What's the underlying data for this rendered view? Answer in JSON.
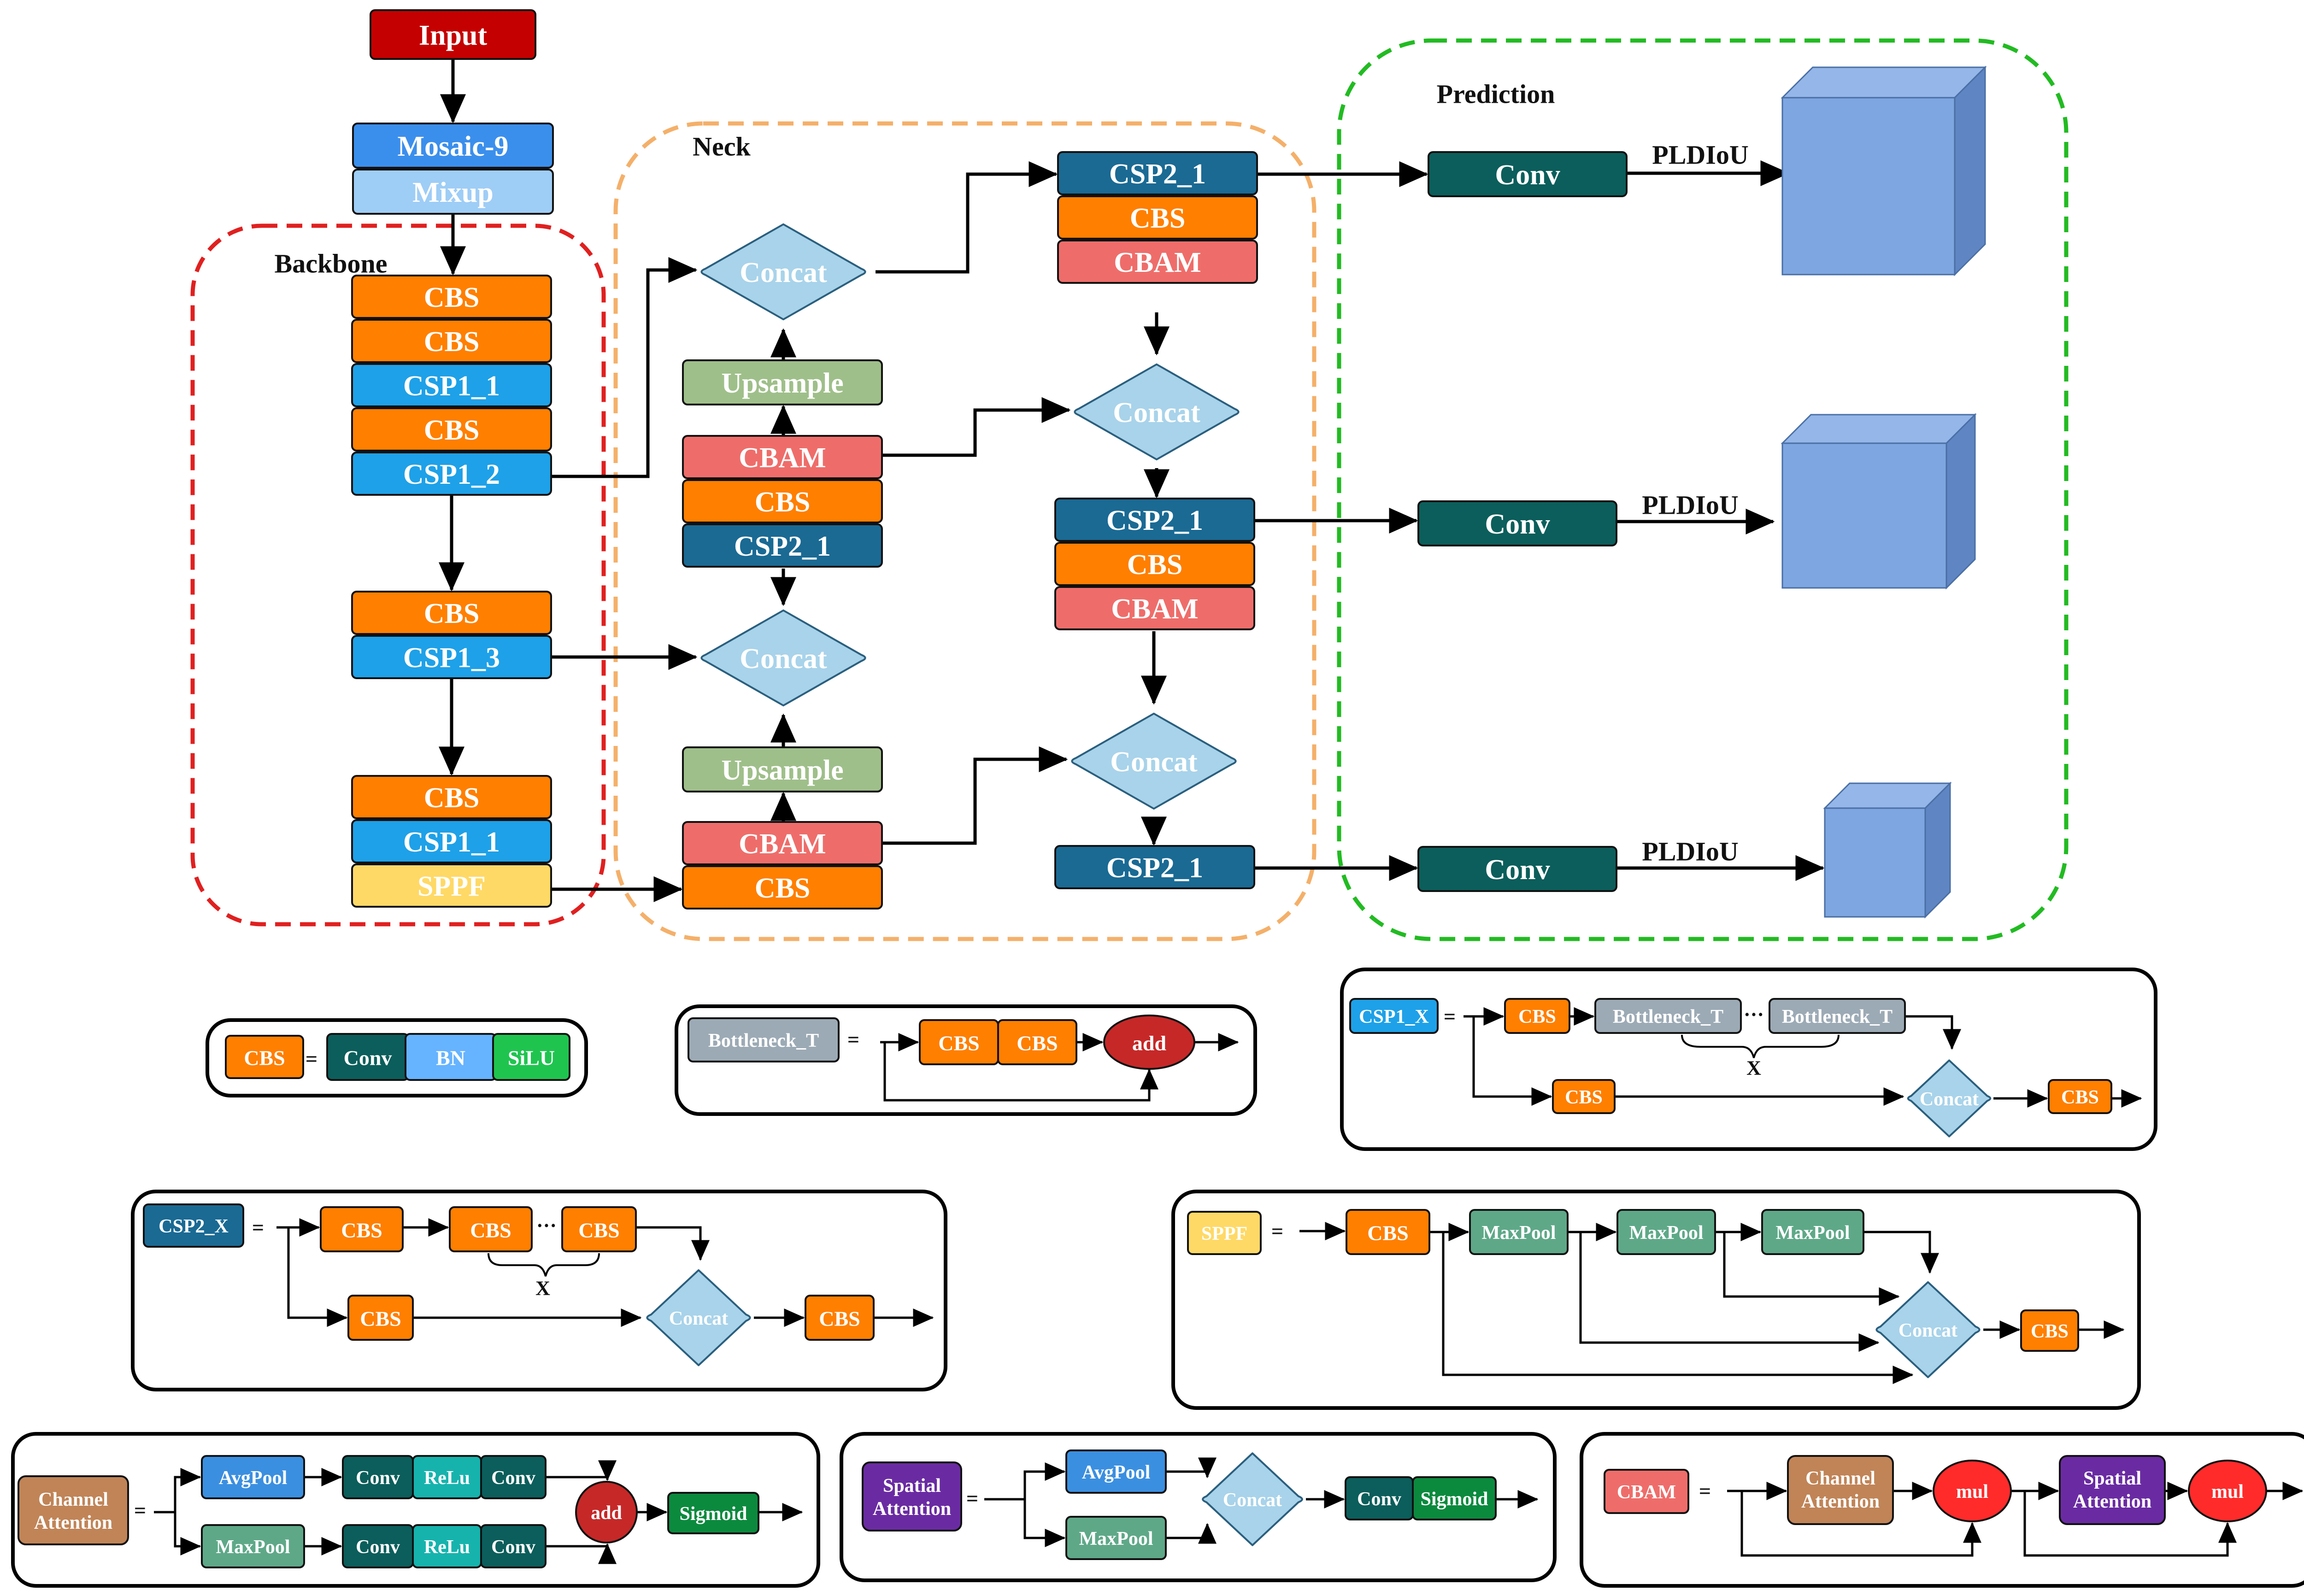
{
  "colors": {
    "input": "#c40000",
    "mosaic": "#3b8fec",
    "mixup": "#9ecdf6",
    "cbs": "#ff7f00",
    "csp1": "#1ea1e8",
    "csp2": "#1a6a94",
    "cbam": "#ee6d6a",
    "sppf": "#ffd966",
    "upsample": "#9fbf8a",
    "concat": "#a8d3ea",
    "conv": "#0b5e5b",
    "bn": "#66b3ff",
    "silu": "#1fc44f",
    "bottleneck": "#9caab5",
    "maxpool": "#5ea888",
    "avgpool": "#3b8fe0",
    "relu": "#16b3ad",
    "sigmoid": "#0b8a3e",
    "add": "#c62828",
    "mul": "#ff2b2b",
    "channel_attention": "#c08457",
    "spatial_attention": "#6a2ba2",
    "cube": "#7ea6e0",
    "backbone_border": "#e02020",
    "neck_border": "#f4b06a",
    "prediction_border": "#22bb22"
  },
  "sections": {
    "backbone": "Backbone",
    "neck": "Neck",
    "prediction": "Prediction"
  },
  "backbone": {
    "input": "Input",
    "mosaic": "Mosaic-9",
    "mixup": "Mixup",
    "stack1": [
      "CBS",
      "CBS",
      "CSP1_1",
      "CBS",
      "CSP1_2"
    ],
    "stack2": [
      "CBS",
      "CSP1_3"
    ],
    "stack3": [
      "CBS",
      "CSP1_1",
      "SPPF"
    ]
  },
  "neck": {
    "concat": "Concat",
    "upsample": "Upsample",
    "stack_mid": [
      "CBAM",
      "CBS",
      "CSP2_1"
    ],
    "stack_low": [
      "CBAM",
      "CBS"
    ],
    "right_top": [
      "CSP2_1",
      "CBS",
      "CBAM"
    ],
    "right_mid": [
      "CSP2_1",
      "CBS",
      "CBAM"
    ],
    "right_low": "CSP2_1"
  },
  "prediction": {
    "conv": "Conv",
    "edge_label": "PLDIoU"
  },
  "legend": {
    "cbs_def": {
      "name": "CBS",
      "eq": "=",
      "parts": [
        "Conv",
        "BN",
        "SiLU"
      ]
    },
    "bottleneck_def": {
      "name": "Bottleneck_T",
      "eq": "=",
      "parts": [
        "CBS",
        "CBS"
      ],
      "op": "add"
    },
    "csp1_def": {
      "name": "CSP1_X",
      "eq": "=",
      "cbs": "CBS",
      "bottleneck": "Bottleneck_T",
      "dots": "···",
      "x": "X",
      "concat": "Concat"
    },
    "csp2_def": {
      "name": "CSP2_X",
      "eq": "=",
      "cbs": "CBS",
      "dots": "···",
      "x": "X",
      "concat": "Concat"
    },
    "sppf_def": {
      "name": "SPPF",
      "eq": "=",
      "cbs": "CBS",
      "maxpool": "MaxPool",
      "concat": "Concat"
    },
    "channel_def": {
      "name": "Channel Attention",
      "eq": "=",
      "avgpool": "AvgPool",
      "maxpool": "MaxPool",
      "conv": "Conv",
      "relu": "ReLu",
      "op": "add",
      "sigmoid": "Sigmoid"
    },
    "spatial_def": {
      "name": "Spatial Attention",
      "eq": "=",
      "avgpool": "AvgPool",
      "maxpool": "MaxPool",
      "concat": "Concat",
      "conv": "Conv",
      "sigmoid": "Sigmoid"
    },
    "cbam_def": {
      "name": "CBAM",
      "eq": "=",
      "channel": "Channel Attention",
      "spatial": "Spatial Attention",
      "op": "mul"
    }
  }
}
